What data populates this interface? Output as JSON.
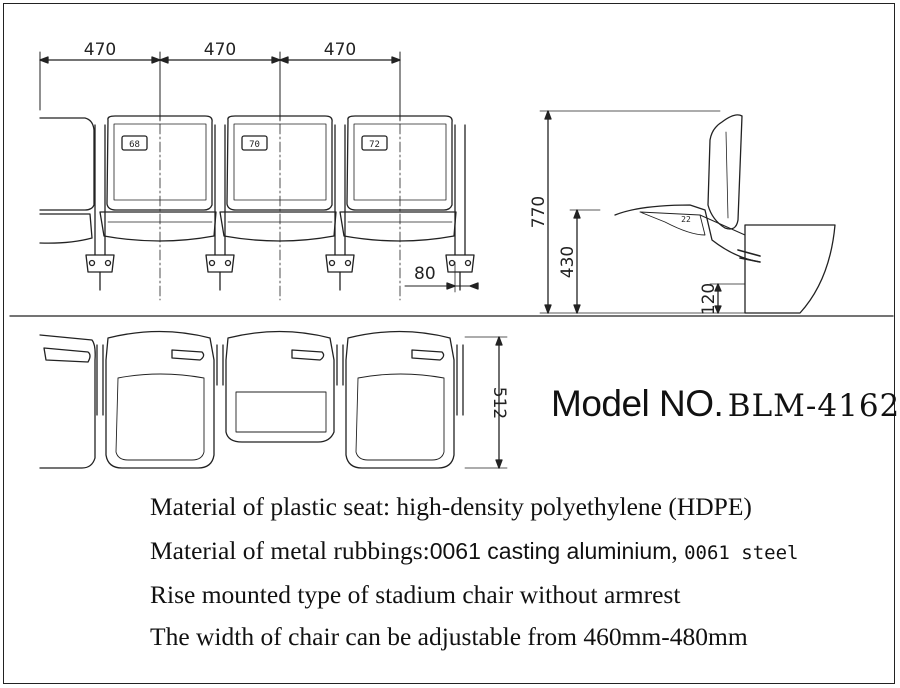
{
  "dimensions": {
    "front_width_1": "470",
    "front_width_2": "470",
    "front_width_3": "470",
    "leg_offset": "80",
    "total_height": "770",
    "seat_height": "430",
    "riser_height": "120",
    "depth": "512"
  },
  "seat_tags": [
    "68",
    "70",
    "72"
  ],
  "side_tag": "22",
  "model": {
    "label": "Model NO.",
    "code": "BLM-4162"
  },
  "specs": {
    "line1": "Material of plastic seat: high-density polyethylene (HDPE)",
    "line2_prefix": "Material of metal rubbings:",
    "line2_sans": "0061 casting aluminium",
    "line2_sep": ", ",
    "line2_mono": "0061 steel",
    "line3": "Rise mounted type of stadium chair without armrest",
    "line4": "The width of chair can be adjustable from 460mm-480mm"
  }
}
